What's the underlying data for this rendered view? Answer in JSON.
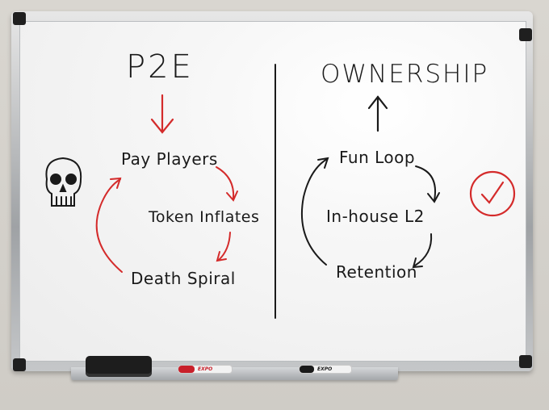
{
  "left_side": {
    "heading": "P2E",
    "steps": [
      "Pay Players",
      "Token Inflates",
      "Death Spiral"
    ],
    "icon": "skull-icon",
    "accent_color": "#d42b2b"
  },
  "right_side": {
    "heading": "OWNERSHIP",
    "steps": [
      "Fun Loop",
      "In-house L2",
      "Retention"
    ],
    "icon": "checkmark-circle-icon",
    "accent_color": "#d42b2b"
  },
  "markers": {
    "red_label": "EXPO",
    "black_label": "EXPO"
  },
  "colors": {
    "ink": "#1a1a1a",
    "red_ink": "#d42b2b",
    "board": "#f4f4f4",
    "frame": "#a8abae"
  }
}
